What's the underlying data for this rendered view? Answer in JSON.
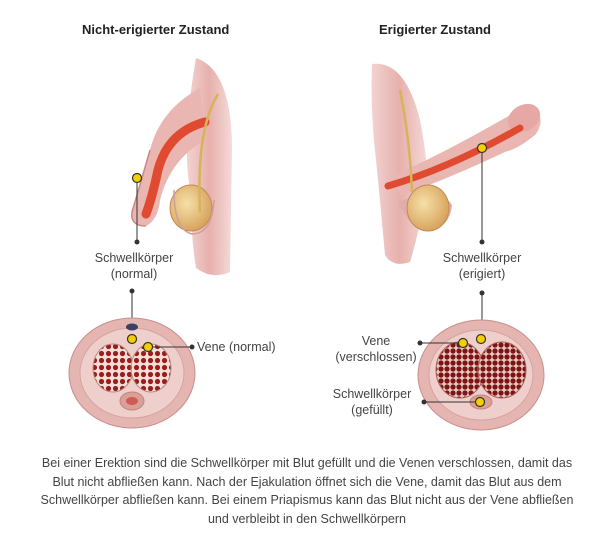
{
  "headings": {
    "left": "Nicht-erigierter Zustand",
    "right": "Erigierter Zustand"
  },
  "labels": {
    "left_body": [
      "Schwellkörper",
      "(normal)"
    ],
    "left_vein": "Vene (normal)",
    "right_body": [
      "Schwellkörper",
      "(erigiert)"
    ],
    "right_vein": [
      "Vene",
      "(verschlossen)"
    ],
    "right_filled": [
      "Schwellkörper",
      "(gefüllt)"
    ]
  },
  "caption": "Bei einer Erektion sind die Schwellkörper mit Blut gefüllt und die Venen verschlossen, damit das Blut nicht abfließen kann. Nach der Ejakulation öffnet sich die Vene, damit das Blut aus dem Schwellkörper abfließen kann. Bei einem Priapismus kann das Blut nicht aus der Vene abfließen und verbleibt in den Schwellkörpern",
  "colors": {
    "skin": "#ecc3c0",
    "skin_dark": "#d99a97",
    "tissue_red": "#d63a2a",
    "blood": "#8b1a1a",
    "marker": "#f5d000",
    "testis": "#e3c07a"
  }
}
